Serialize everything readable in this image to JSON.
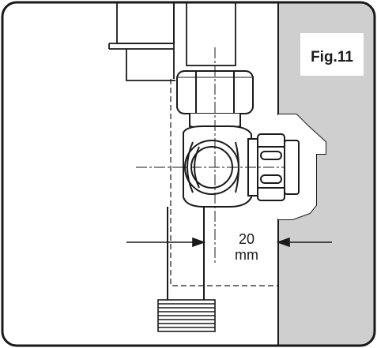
{
  "figure": {
    "label": "Fig.11"
  },
  "dimension": {
    "value": "20",
    "unit": "mm"
  },
  "colors": {
    "background": "#ffffff",
    "wall": "#cfcfcf",
    "line": "#1a1a1a"
  }
}
